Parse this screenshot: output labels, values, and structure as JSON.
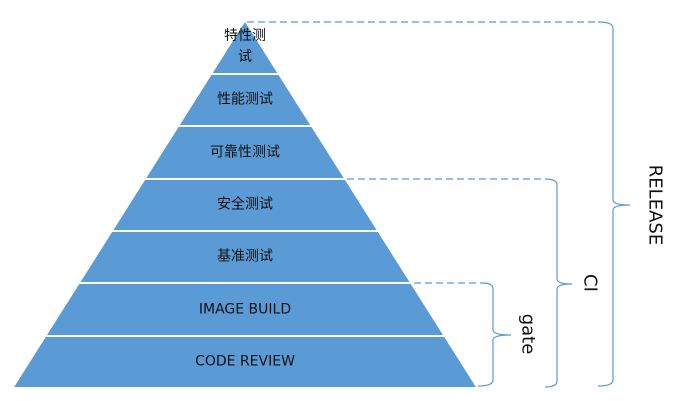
{
  "colors": {
    "layer_fill": "#5b9bd5",
    "bracket": "#5b9bd5"
  },
  "pyramid": {
    "layers": [
      {
        "line1": "特性测",
        "line2": "试"
      },
      {
        "label": "性能测试"
      },
      {
        "label": "可靠性测试"
      },
      {
        "label": "安全测试"
      },
      {
        "label": "基准测试"
      },
      {
        "label": "IMAGE BUILD"
      },
      {
        "label": "CODE REVIEW"
      }
    ]
  },
  "brackets": {
    "gate": "gate",
    "ci": "CI",
    "release": "RELEASE"
  }
}
